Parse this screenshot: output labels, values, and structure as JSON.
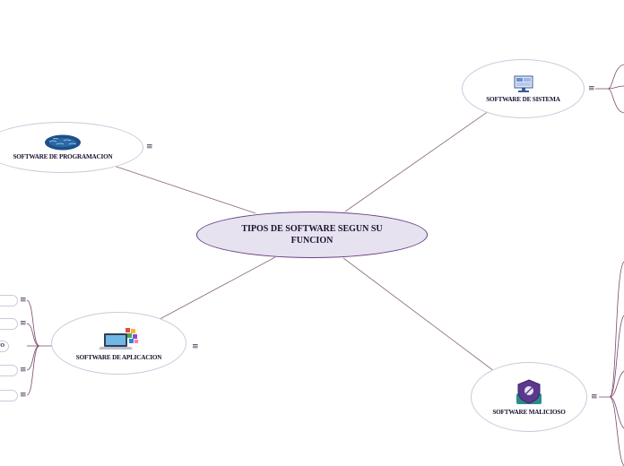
{
  "map": {
    "central_topic": "TIPOS DE SOFTWARE SEGUN SU FUNCION",
    "topics": [
      {
        "id": "programacion",
        "label": "SOFTWARE DE PROGRAMACION",
        "icon": "fish-school-icon"
      },
      {
        "id": "sistema",
        "label": "SOFTWARE DE SISTEMA",
        "icon": "computer-monitor-icon"
      },
      {
        "id": "aplicacion",
        "label": "SOFTWARE DE APLICACION",
        "icon": "laptop-apps-icon"
      },
      {
        "id": "malicioso",
        "label": "SOFTWARE MALICIOSO",
        "icon": "shield-virus-icon"
      }
    ],
    "partial_leaf_text": "VO",
    "menu_glyph": "≡"
  },
  "colors": {
    "central_fill": "#e7e2ef",
    "central_border": "#6b3f86",
    "connector": "#7a5a6a",
    "node_border": "#cfc8dc"
  }
}
